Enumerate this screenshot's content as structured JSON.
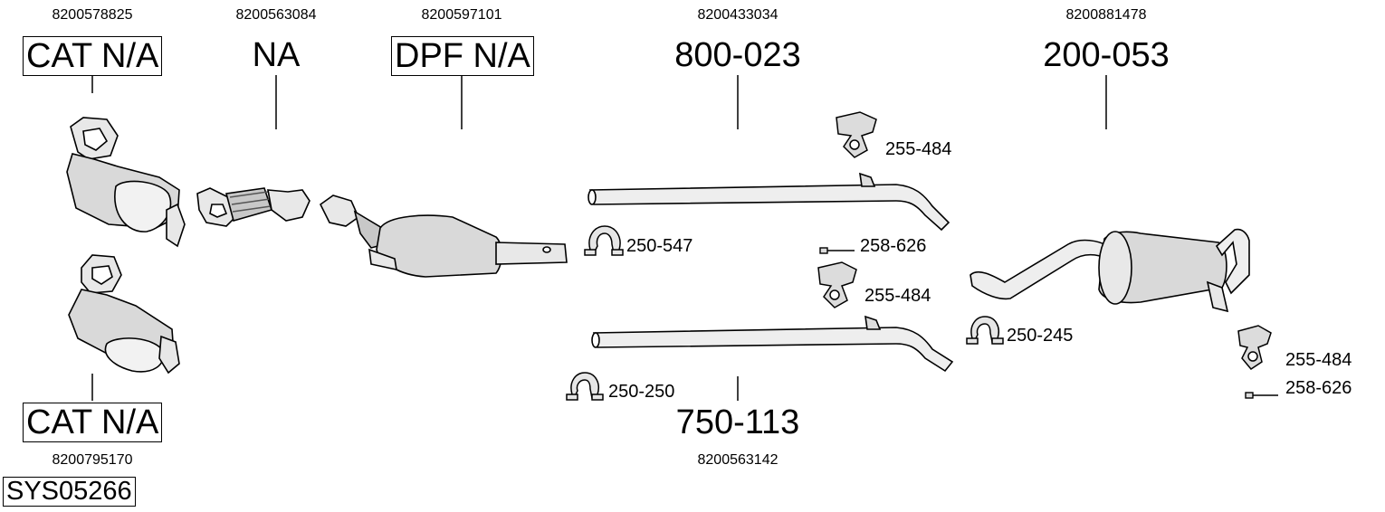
{
  "oe_numbers": {
    "cat_front": "8200578825",
    "flex_pipe": "8200563084",
    "dpf": "8200597101",
    "mid_pipe_upper": "8200433034",
    "rear_silencer": "8200881478",
    "cat_rear": "8200795170",
    "mid_pipe_lower": "8200563142"
  },
  "part_labels": {
    "cat_front": "CAT N/A",
    "flex_pipe": "NA",
    "dpf": "DPF N/A",
    "mid_pipe_upper": "800-023",
    "rear_silencer": "200-053",
    "cat_rear": "CAT N/A",
    "mid_pipe_lower": "750-113"
  },
  "fittings": {
    "hanger_top": "255-484",
    "clamp_dpf": "250-547",
    "bolt_mid": "258-626",
    "hanger_mid": "255-484",
    "clamp_rear": "250-245",
    "clamp_lower": "250-250",
    "hanger_rear": "255-484",
    "bolt_rear": "258-626"
  },
  "system_code": "SYS05266"
}
